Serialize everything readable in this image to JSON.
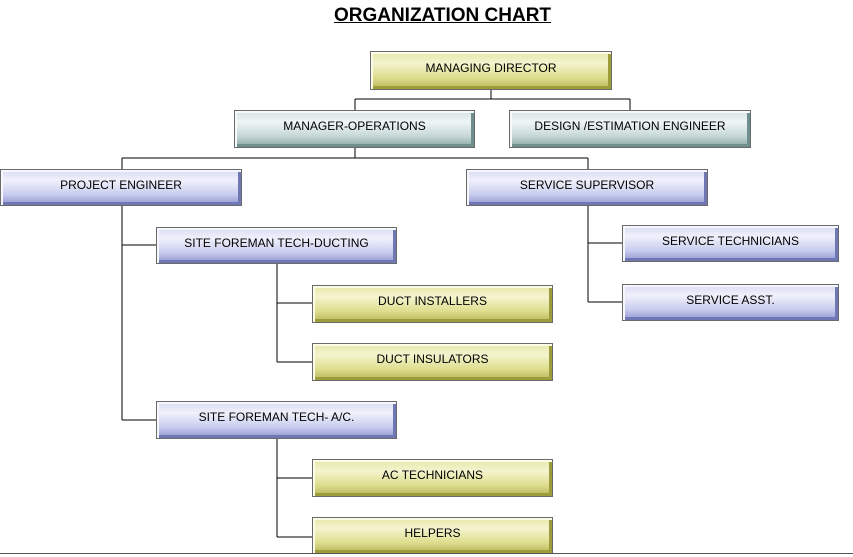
{
  "title": "ORGANIZATION CHART",
  "nodes": {
    "managing_director": "MANAGING DIRECTOR",
    "manager_operations": "MANAGER-OPERATIONS",
    "design_estimation_engineer": "DESIGN /ESTIMATION ENGINEER",
    "project_engineer": "PROJECT ENGINEER",
    "service_supervisor": "SERVICE SUPERVISOR",
    "site_foreman_ducting": "SITE FOREMAN TECH-DUCTING",
    "duct_installers": "DUCT INSTALLERS",
    "duct_insulators": "DUCT INSULATORS",
    "site_foreman_ac": "SITE FOREMAN TECH- A/C.",
    "ac_technicians": "AC TECHNICIANS",
    "helpers": "HELPERS",
    "service_technicians": "SERVICE TECHNICIANS",
    "service_asst": "SERVICE ASST."
  },
  "colors": {
    "yellow": "#dede8e",
    "blue": "#c8ccee",
    "teal": "#c6d7d7",
    "line": "#000000"
  }
}
